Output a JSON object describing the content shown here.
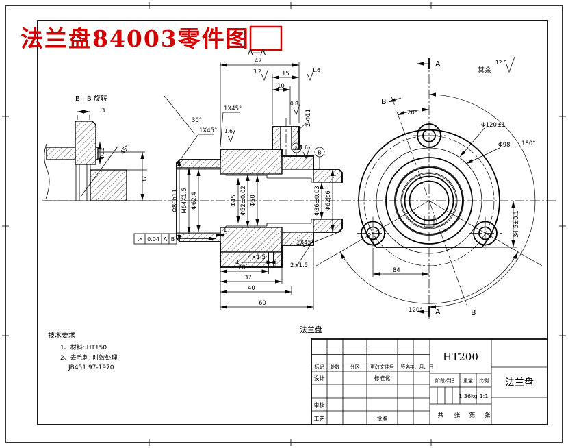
{
  "title": {
    "text": "法兰盘84003零件图"
  },
  "section_labels": {
    "aa": "A—A",
    "bb": "B—B 旋转",
    "a": "A",
    "b": "B"
  },
  "surface": {
    "rest_label": "其余",
    "rest_value": "12.5",
    "f32": "3.2",
    "f16": "1.6",
    "f08": "0.8"
  },
  "dims_detail": {
    "t3": "3",
    "d11": "Φ11",
    "a45": "45°",
    "h37": "37"
  },
  "dims_main": {
    "w47": "47",
    "w15": "15",
    "w10": "10",
    "a30": "30°",
    "ch45": "1X45°",
    "holes": "2-Φ11",
    "d80": "Φ80h11",
    "m64": "M64X1.5",
    "d624": "Φ62.4",
    "d45": "Φ45",
    "d52": "Φ52±0.02",
    "d50": "Φ50",
    "d36": "Φ36±0.03",
    "d62": "Φ62js6",
    "n1": "1",
    "n4": "4",
    "g415": "4×1.5",
    "n20": "20",
    "n37": "37",
    "n40": "40",
    "n60": "60",
    "g215": "2×1.5"
  },
  "dims_front": {
    "a20": "20°",
    "a120": "120°",
    "a180": "180°",
    "bc": "Φ120±1",
    "d98": "Φ98",
    "w84": "84",
    "h345": "34.5±0.1"
  },
  "fcf": {
    "sym": "↗",
    "tol": "0.04",
    "d1": "A",
    "d2": "B"
  },
  "datum": {
    "a": "A",
    "b": "B"
  },
  "part_label": "法兰盘",
  "tech_req": {
    "heading": "技术要求",
    "line1": "1、材料: HT150",
    "line2": "2、去毛刺, 时效处理",
    "line3": "JB451.97-1970"
  },
  "title_block": {
    "material": "HT200",
    "part_name": "法兰盘",
    "headers": [
      "标记",
      "处数",
      "分区",
      "更改文件号",
      "签名",
      "年、月、日"
    ],
    "design": "设计",
    "standardize": "标准化",
    "audit": "审核",
    "process": "工艺",
    "approve": "批准",
    "stage": "阶段标记",
    "weight_label": "重量",
    "scale_label": "比例",
    "weight": "1.36kg",
    "scale": "1:1",
    "sheet": [
      "共",
      "张",
      "第",
      "张"
    ]
  }
}
